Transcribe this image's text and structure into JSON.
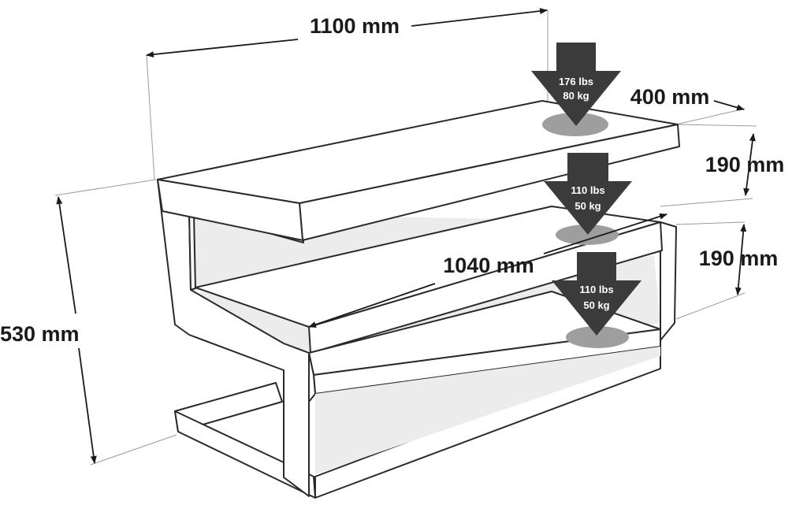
{
  "diagram": {
    "dimensions": {
      "width": "1100 mm",
      "depth": "400 mm",
      "upper_gap": "190 mm",
      "lower_gap": "190 mm",
      "inner_width": "1040 mm",
      "height": "530 mm"
    },
    "loads": [
      {
        "shelf": "top",
        "line1": "176 lbs",
        "line2": "80 kg"
      },
      {
        "shelf": "middle",
        "line1": "110 lbs",
        "line2": "50 kg"
      },
      {
        "shelf": "bottom",
        "line1": "110 lbs",
        "line2": "50 kg"
      }
    ],
    "colors": {
      "arrow": "#3b3b3b",
      "footprint": "#9e9e9e",
      "outline": "#2a2a2a",
      "text": "#1a1a1a"
    }
  }
}
